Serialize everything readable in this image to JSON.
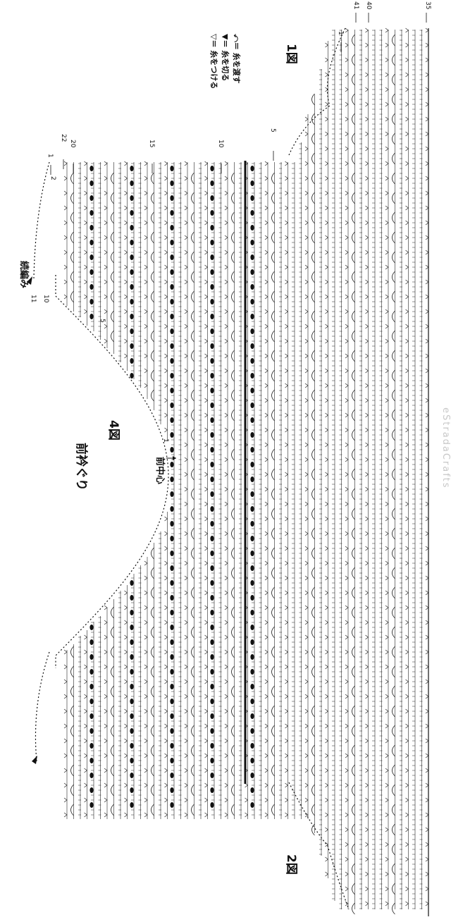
{
  "figure": {
    "fig1": "1図",
    "fig2": "2図",
    "fig4": "4図",
    "neckline": "前衿ぐり",
    "front_center": "前中心",
    "continue_label": "続編み"
  },
  "legend": [
    {
      "symbol": "▽",
      "text": "＝ 糸をつける"
    },
    {
      "symbol": "▼",
      "text": "＝ 糸を切る"
    },
    {
      "symbol": "⤺",
      "text": "＝ 糸を渡す"
    }
  ],
  "rows": {
    "r41": "41",
    "r40": "40",
    "r35": "35",
    "r22": "22",
    "r20": "20",
    "r15": "15",
    "r10": "10",
    "r5": "5",
    "r1": "1",
    "r2": "2",
    "r11": "11",
    "r10b": "10",
    "r5b": "5",
    "r1b": "1",
    "r1c": "1",
    "r5c": "5"
  },
  "watermark": "eStradaCrafts"
}
